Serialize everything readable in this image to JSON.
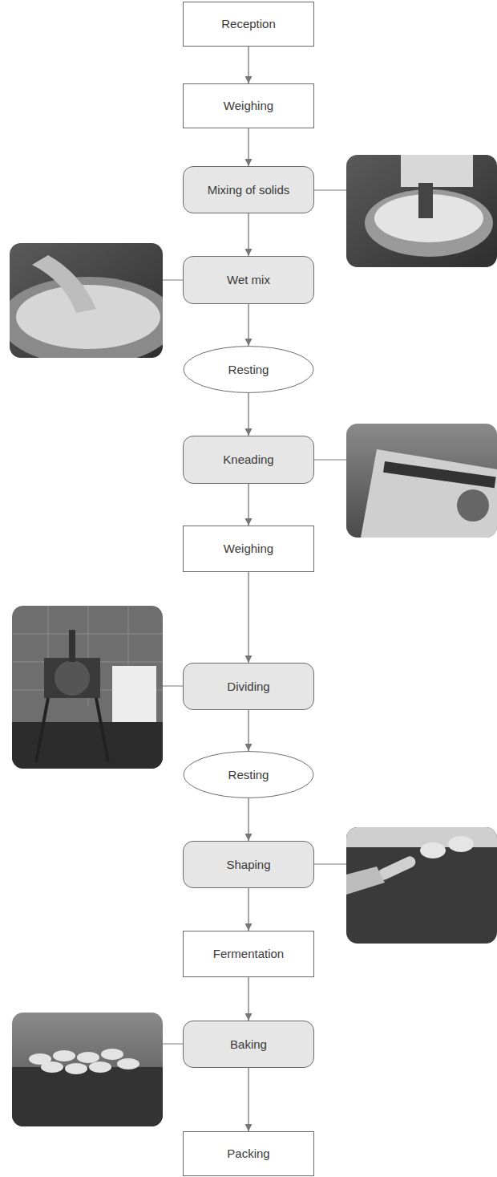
{
  "diagram": {
    "nodes": [
      {
        "text": [
          "Reception"
        ]
      },
      {
        "text": [
          "Weighing"
        ]
      },
      {
        "text": [
          "Mixing of solids"
        ]
      },
      {
        "text": [
          "Wet mix"
        ]
      },
      {
        "text": [
          "Resting"
        ]
      },
      {
        "text": [
          "Kneading"
        ]
      },
      {
        "text": [
          "Weighing"
        ]
      },
      {
        "text": [
          "Dividing"
        ]
      },
      {
        "text": [
          "Resting"
        ]
      },
      {
        "text": [
          "Shaping"
        ]
      },
      {
        "text": [
          "Fermentation"
        ]
      },
      {
        "text": [
          "Baking"
        ]
      },
      {
        "text": [
          "Packing"
        ]
      }
    ],
    "edges": [
      {
        "from": 0,
        "to": 1,
        "arrow": "to"
      },
      {
        "from": 1,
        "to": 2,
        "arrow": "to"
      },
      {
        "from": 2,
        "to": 3,
        "arrow": "to"
      },
      {
        "from": 3,
        "to": 4,
        "arrow": "to"
      },
      {
        "from": 4,
        "to": 5,
        "arrow": "to"
      },
      {
        "from": 5,
        "to": 6,
        "arrow": "to"
      },
      {
        "from": 6,
        "to": 7,
        "arrow": "to"
      },
      {
        "from": 7,
        "to": 8,
        "arrow": "to"
      },
      {
        "from": 8,
        "to": 9,
        "arrow": "to"
      },
      {
        "from": 9,
        "to": 10,
        "arrow": "to"
      },
      {
        "from": 10,
        "to": 11,
        "arrow": "to"
      },
      {
        "from": 11,
        "to": 12,
        "arrow": "to"
      }
    ]
  }
}
